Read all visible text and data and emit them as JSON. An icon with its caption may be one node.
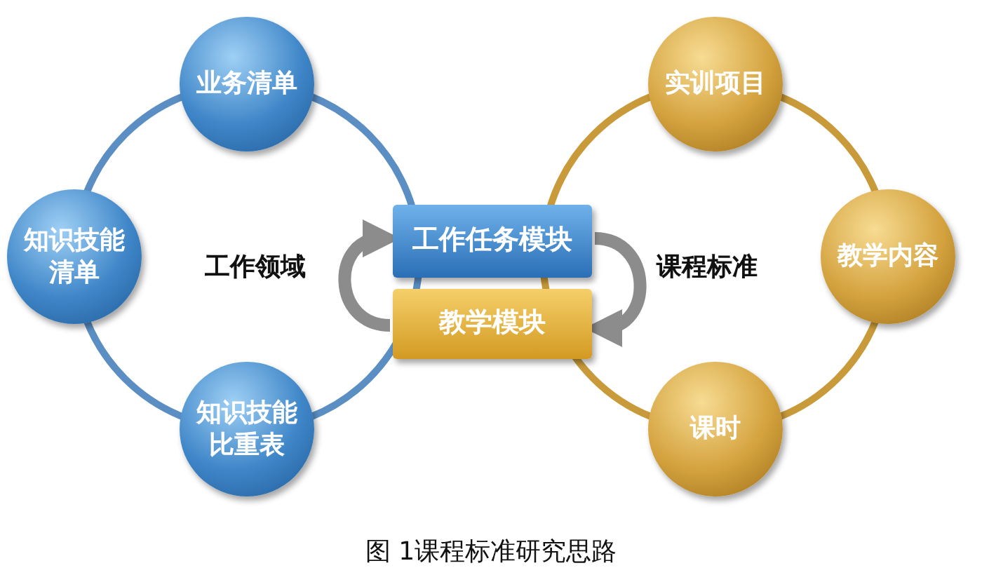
{
  "diagram": {
    "caption": "图 1课程标准研究思路",
    "nodes": [
      {
        "text": [
          "业务清单"
        ]
      },
      {
        "text": [
          "知识技能清单"
        ]
      },
      {
        "text": [
          "知识技能比重表"
        ]
      },
      {
        "text": [
          "工作任务模块"
        ]
      },
      {
        "text": [
          "教学模块"
        ]
      },
      {
        "text": [
          "实训项目"
        ]
      },
      {
        "text": [
          "教学内容"
        ]
      },
      {
        "text": [
          "课时"
        ]
      }
    ],
    "edges": [
      {
        "from": 4,
        "to": 3,
        "arrow": "to",
        "color": "#8c8c8c"
      },
      {
        "from": 3,
        "to": 4,
        "arrow": "to",
        "color": "#8c8c8c"
      }
    ],
    "labels": [
      "工作领域",
      "课程标准"
    ]
  }
}
